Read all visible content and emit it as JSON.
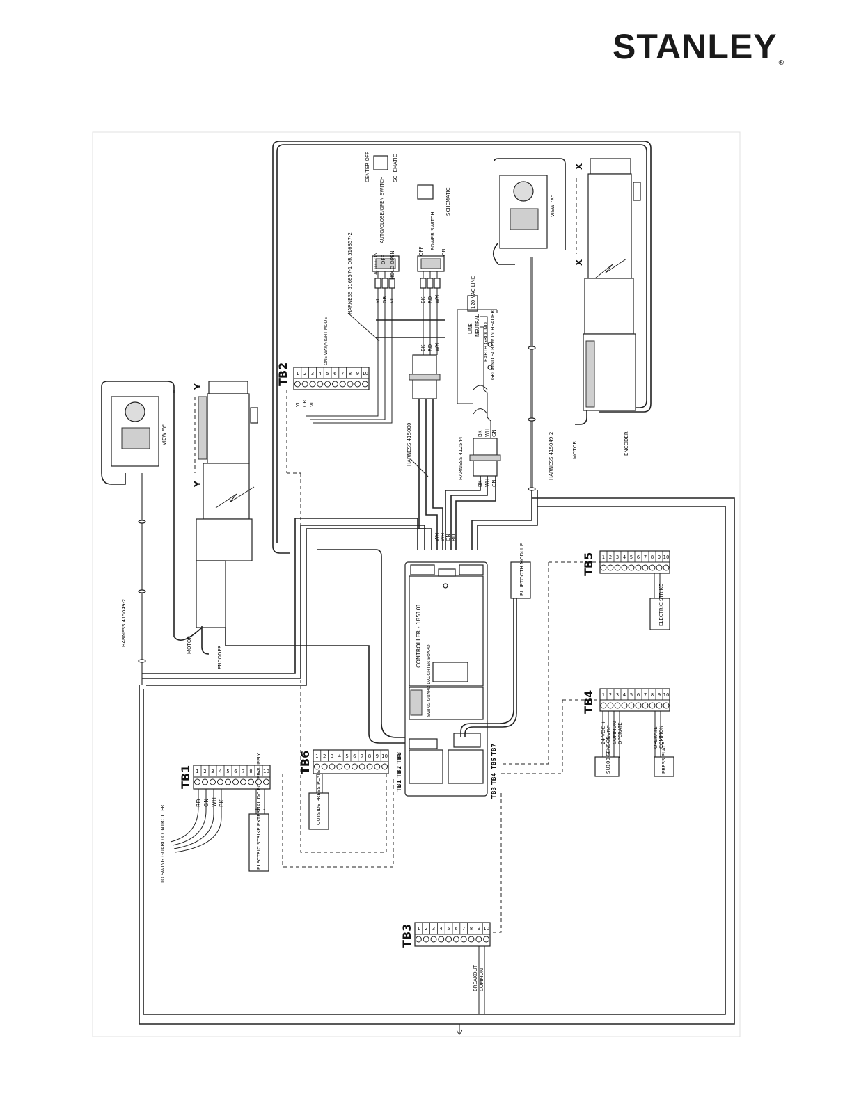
{
  "brand": {
    "logo_text": "STANLEY",
    "reg_mark": "®"
  },
  "terminal_blocks": [
    {
      "id": "tb1",
      "label": "TB1"
    },
    {
      "id": "tb2",
      "label": "TB2"
    },
    {
      "id": "tb3",
      "label": "TB3"
    },
    {
      "id": "tb4",
      "label": "TB4"
    },
    {
      "id": "tb5",
      "label": "TB5"
    },
    {
      "id": "tb6",
      "label": "TB6"
    }
  ],
  "terminal_numbers": [
    "1",
    "2",
    "3",
    "4",
    "5",
    "6",
    "7",
    "8",
    "9",
    "10"
  ],
  "labels": {
    "center_off": "CENTER OFF",
    "schematic": "SCHEMATIC",
    "auto_switch": "AUTO/CLOSE/OPEN SWITCH",
    "auto_on": "AUTO ON",
    "off": "OFF",
    "hold_open": "HOLD OPEN",
    "power_switch": "POWER SWITCH",
    "on": "ON",
    "harness_516857": "HARNESS 516857-1 OR 516857-2",
    "one_way_night": "ONE WAY/NIGHT MODE",
    "vac_line": "120 VAC LINE",
    "line": "LINE",
    "neutral": "NEUTRAL",
    "earth_ground": "EARTH GROUND",
    "ground_screw": "GROUND SCREW IN HEADER",
    "harness_415000": "HARNESS 415000",
    "harness_412544": "HARNESS 412544",
    "harness_415049_right": "HARNESS 415049-2",
    "harness_415049_left": "HARNESS 415049-2",
    "view_x": "VIEW \"X\"",
    "view_y": "VIEW \"Y\"",
    "x_mark": "X",
    "y_mark": "Y",
    "motor_right": "MOTOR",
    "encoder_right": "ENCODER",
    "motor_left": "MOTOR",
    "encoder_left": "ENCODER",
    "controller": "CONTROLLER - 185101",
    "bluetooth": "BLUETOOTH MODULE",
    "swing_guard": "SWING GUARD DAUGHTER BOARD",
    "electric_strike": "ELECTRIC STRIKE",
    "vdc24": "24 VDC +",
    "vdc0": "0 VDC",
    "common": "COMMON",
    "operate": "OPERATE",
    "su100": "SU100 SENSOR",
    "press_plate": "PRESS PLATE",
    "outside_press_plate": "OUTSIDE PRESS PLATE",
    "to_swing_guard": "TO SWING GUARD CONTROLLER",
    "ext_strike_supply": "ELECTRIC STRIKE EXTERNAL DC POWER SUPPLY",
    "plus": "+",
    "minus": "-",
    "breakout": "BREAKOUT",
    "breakout_common": "COMMON",
    "ctrl_tb1": "TB1",
    "ctrl_tb2": "TB2",
    "ctrl_tb8": "TB8",
    "ctrl_tb3": "TB3",
    "ctrl_tb4": "TB4",
    "ctrl_tb5": "TB5",
    "ctrl_tb7": "TB7"
  },
  "wire_colors": {
    "switch_auto": [
      "YL",
      "OR",
      "VI"
    ],
    "switch_power": [
      "BK",
      "RD",
      "WH"
    ],
    "tb2": [
      "YL",
      "OR",
      "VI"
    ],
    "h415000": [
      "BK",
      "RD",
      "WH"
    ],
    "h412544_top": [
      "BK",
      "WH",
      "GN"
    ],
    "h412544_bottom": [
      "BK",
      "WH",
      "GN"
    ],
    "controller": [
      "WH",
      "WH",
      "GN",
      "RD"
    ],
    "tb1": [
      "RD",
      "GN",
      "WH",
      "BK"
    ]
  }
}
